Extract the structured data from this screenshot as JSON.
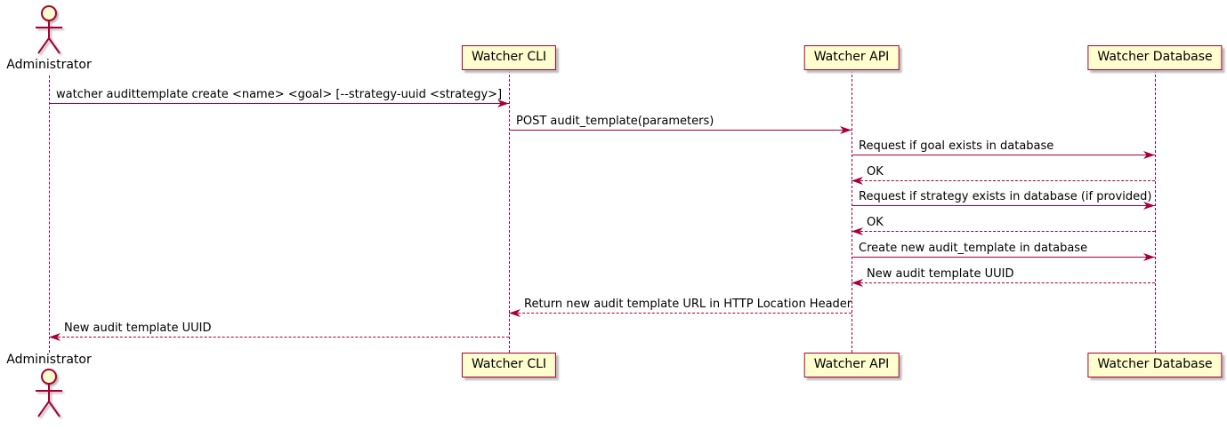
{
  "diagram": {
    "type": "sequence-diagram",
    "colors": {
      "line": "#A80036",
      "participant_fill": "#FEFECE",
      "text": "#000000",
      "shadow": "#bdbdbd",
      "background": "#ffffff"
    },
    "participants": [
      {
        "id": "administrator",
        "label": "Administrator",
        "kind": "actor"
      },
      {
        "id": "watcher-cli",
        "label": "Watcher CLI",
        "kind": "participant"
      },
      {
        "id": "watcher-api",
        "label": "Watcher API",
        "kind": "participant"
      },
      {
        "id": "watcher-db",
        "label": "Watcher Database",
        "kind": "participant"
      }
    ],
    "messages": [
      {
        "from": "administrator",
        "to": "watcher-cli",
        "line": "solid",
        "text": "watcher audittemplate create <name> <goal> [--strategy-uuid <strategy>]"
      },
      {
        "from": "watcher-cli",
        "to": "watcher-api",
        "line": "solid",
        "text": "POST audit_template(parameters)"
      },
      {
        "from": "watcher-api",
        "to": "watcher-db",
        "line": "solid",
        "text": "Request if goal exists in database"
      },
      {
        "from": "watcher-db",
        "to": "watcher-api",
        "line": "dashed",
        "text": "OK"
      },
      {
        "from": "watcher-api",
        "to": "watcher-db",
        "line": "solid",
        "text": "Request if strategy exists in database (if provided)"
      },
      {
        "from": "watcher-db",
        "to": "watcher-api",
        "line": "dashed",
        "text": "OK"
      },
      {
        "from": "watcher-api",
        "to": "watcher-db",
        "line": "solid",
        "text": "Create new audit_template in database"
      },
      {
        "from": "watcher-db",
        "to": "watcher-api",
        "line": "dashed",
        "text": "New audit template UUID"
      },
      {
        "from": "watcher-api",
        "to": "watcher-cli",
        "line": "dashed",
        "text": "Return new audit template URL in HTTP Location Header"
      },
      {
        "from": "watcher-cli",
        "to": "administrator",
        "line": "dashed",
        "text": "New audit template UUID"
      }
    ]
  }
}
